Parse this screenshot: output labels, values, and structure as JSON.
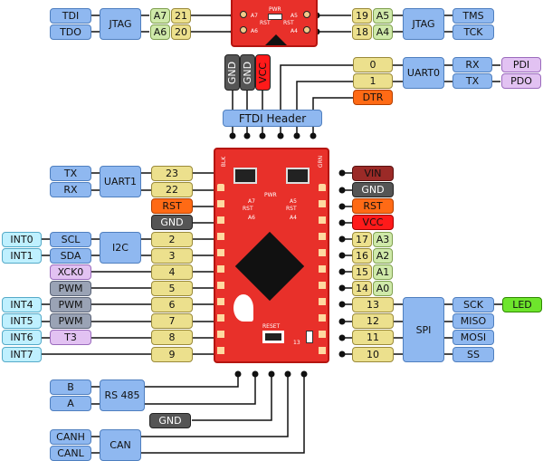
{
  "top_left": {
    "tdi": "TDI",
    "tdo": "TDO",
    "jtag": "JTAG",
    "a7": "A7",
    "p21": "21",
    "a6": "A6",
    "p20": "20"
  },
  "top_right": {
    "p19": "19",
    "a5": "A5",
    "p18": "18",
    "a4": "A4",
    "jtag": "JTAG",
    "tms": "TMS",
    "tck": "TCK"
  },
  "ftdi": {
    "gnd1": "GND",
    "gnd2": "GND",
    "vcc": "VCC",
    "header": "FTDI Header",
    "p0": "0",
    "p1": "1",
    "dtr": "DTR",
    "uart0": "UART0",
    "rx": "RX",
    "tx": "TX",
    "pdi": "PDI",
    "pdo": "PDO"
  },
  "left": {
    "tx": "TX",
    "rx": "RX",
    "uart1": "UART1",
    "p23": "23",
    "p22": "22",
    "rst": "RST",
    "gnd": "GND",
    "int0": "INT0",
    "scl": "SCL",
    "int1": "INT1",
    "sda": "SDA",
    "i2c": "I2C",
    "p2": "2",
    "p3": "3",
    "xck0": "XCK0",
    "p4": "4",
    "pwm5": "PWM",
    "p5": "5",
    "int4": "INT4",
    "pwm6": "PWM",
    "p6": "6",
    "int5": "INT5",
    "pwm7": "PWM",
    "p7": "7",
    "int6": "INT6",
    "t3": "T3",
    "p8": "8",
    "int7": "INT7",
    "p9": "9"
  },
  "right": {
    "vin": "VIN",
    "gnd": "GND",
    "rst": "RST",
    "vcc": "VCC",
    "p17": "17",
    "a3": "A3",
    "p16": "16",
    "a2": "A2",
    "p15": "15",
    "a1": "A1",
    "p14": "14",
    "a0": "A0",
    "p13": "13",
    "p12": "12",
    "p11": "11",
    "p10": "10",
    "spi": "SPI",
    "sck": "SCK",
    "miso": "MISO",
    "mosi": "MOSI",
    "ss": "SS",
    "led": "LED"
  },
  "bottom": {
    "b": "B",
    "a": "A",
    "rs485": "RS 485",
    "gnd": "GND",
    "canh": "CANH",
    "canl": "CANL",
    "can": "CAN"
  },
  "board": {
    "pwr": "PWR",
    "rst": "RST",
    "a7": "A7",
    "a6": "A6",
    "a5": "A5",
    "a4": "A4",
    "reset": "RESET",
    "n13": "13",
    "blk": "BLK",
    "grn": "GRN"
  }
}
